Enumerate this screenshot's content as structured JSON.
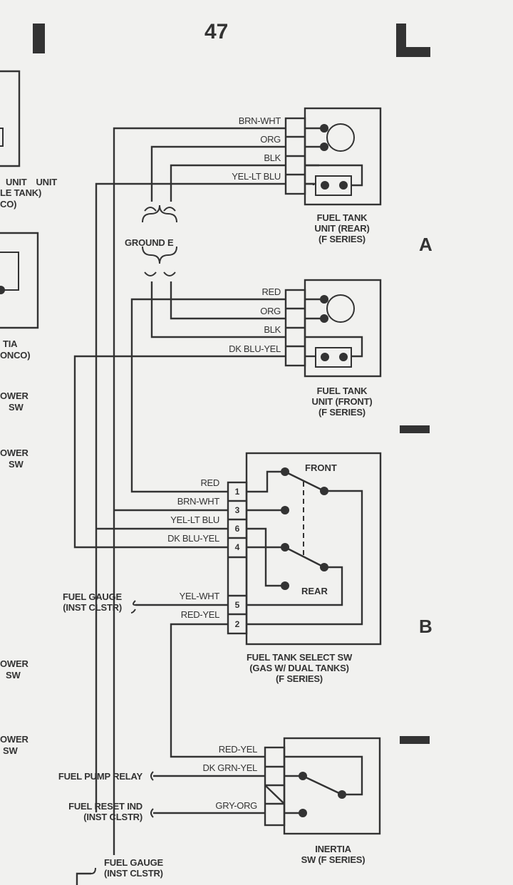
{
  "page": {
    "number": "47",
    "grid_letters": [
      "A",
      "B"
    ]
  },
  "left_partial_labels": {
    "unit_line1": "UNIT",
    "unit_line2": "LE TANK)",
    "unit_line3": "CO)",
    "inertia_line1": "TIA",
    "inertia_line2": "ONCO)",
    "power_sw_1_line1": "OWER",
    "power_sw_1_line2": "SW",
    "power_sw_2_line1": "OWER",
    "power_sw_2_line2": "SW",
    "power_sw_3_line1": "OWER",
    "power_sw_3_line2": "SW",
    "power_sw_4_line1": "OWER",
    "power_sw_4_line2": "SW"
  },
  "ground": {
    "label": "GROUND E"
  },
  "rear_tank_unit": {
    "title_line1": "FUEL TANK",
    "title_line2": "UNIT (REAR)",
    "title_line3": "(F SERIES)",
    "wires": [
      "BRN-WHT",
      "ORG",
      "BLK",
      "YEL-LT BLU"
    ]
  },
  "front_tank_unit": {
    "title_line1": "FUEL TANK",
    "title_line2": "UNIT (FRONT)",
    "title_line3": "(F SERIES)",
    "wires": [
      "RED",
      "ORG",
      "BLK",
      "DK BLU-YEL"
    ]
  },
  "select_switch": {
    "title_line1": "FUEL TANK SELECT SW",
    "title_line2": "(GAS W/ DUAL TANKS)",
    "title_line3": "(F SERIES)",
    "position_front": "FRONT",
    "position_rear": "REAR",
    "wires": [
      {
        "color": "RED",
        "pin": "1"
      },
      {
        "color": "BRN-WHT",
        "pin": "3"
      },
      {
        "color": "YEL-LT BLU",
        "pin": "6"
      },
      {
        "color": "DK BLU-YEL",
        "pin": "4"
      },
      {
        "color": "YEL-WHT",
        "pin": "5"
      },
      {
        "color": "RED-YEL",
        "pin": "2"
      }
    ],
    "fuel_gauge_line1": "FUEL GAUGE",
    "fuel_gauge_line2": "(INST CLSTR)"
  },
  "inertia_switch": {
    "title_line1": "INERTIA",
    "title_line2": "SW (F SERIES)",
    "wires": [
      "RED-YEL",
      "DK GRN-YEL",
      "GRY-ORG"
    ],
    "fuel_pump_relay": "FUEL PUMP RELAY",
    "fuel_reset_line1": "FUEL RESET IND",
    "fuel_reset_line2": "(INST CLSTR)"
  },
  "bottom_ref": {
    "line1": "FUEL GAUGE",
    "line2": "(INST CLSTR)"
  },
  "colors": {
    "background": "#f1f1ef",
    "ink": "#333333"
  }
}
